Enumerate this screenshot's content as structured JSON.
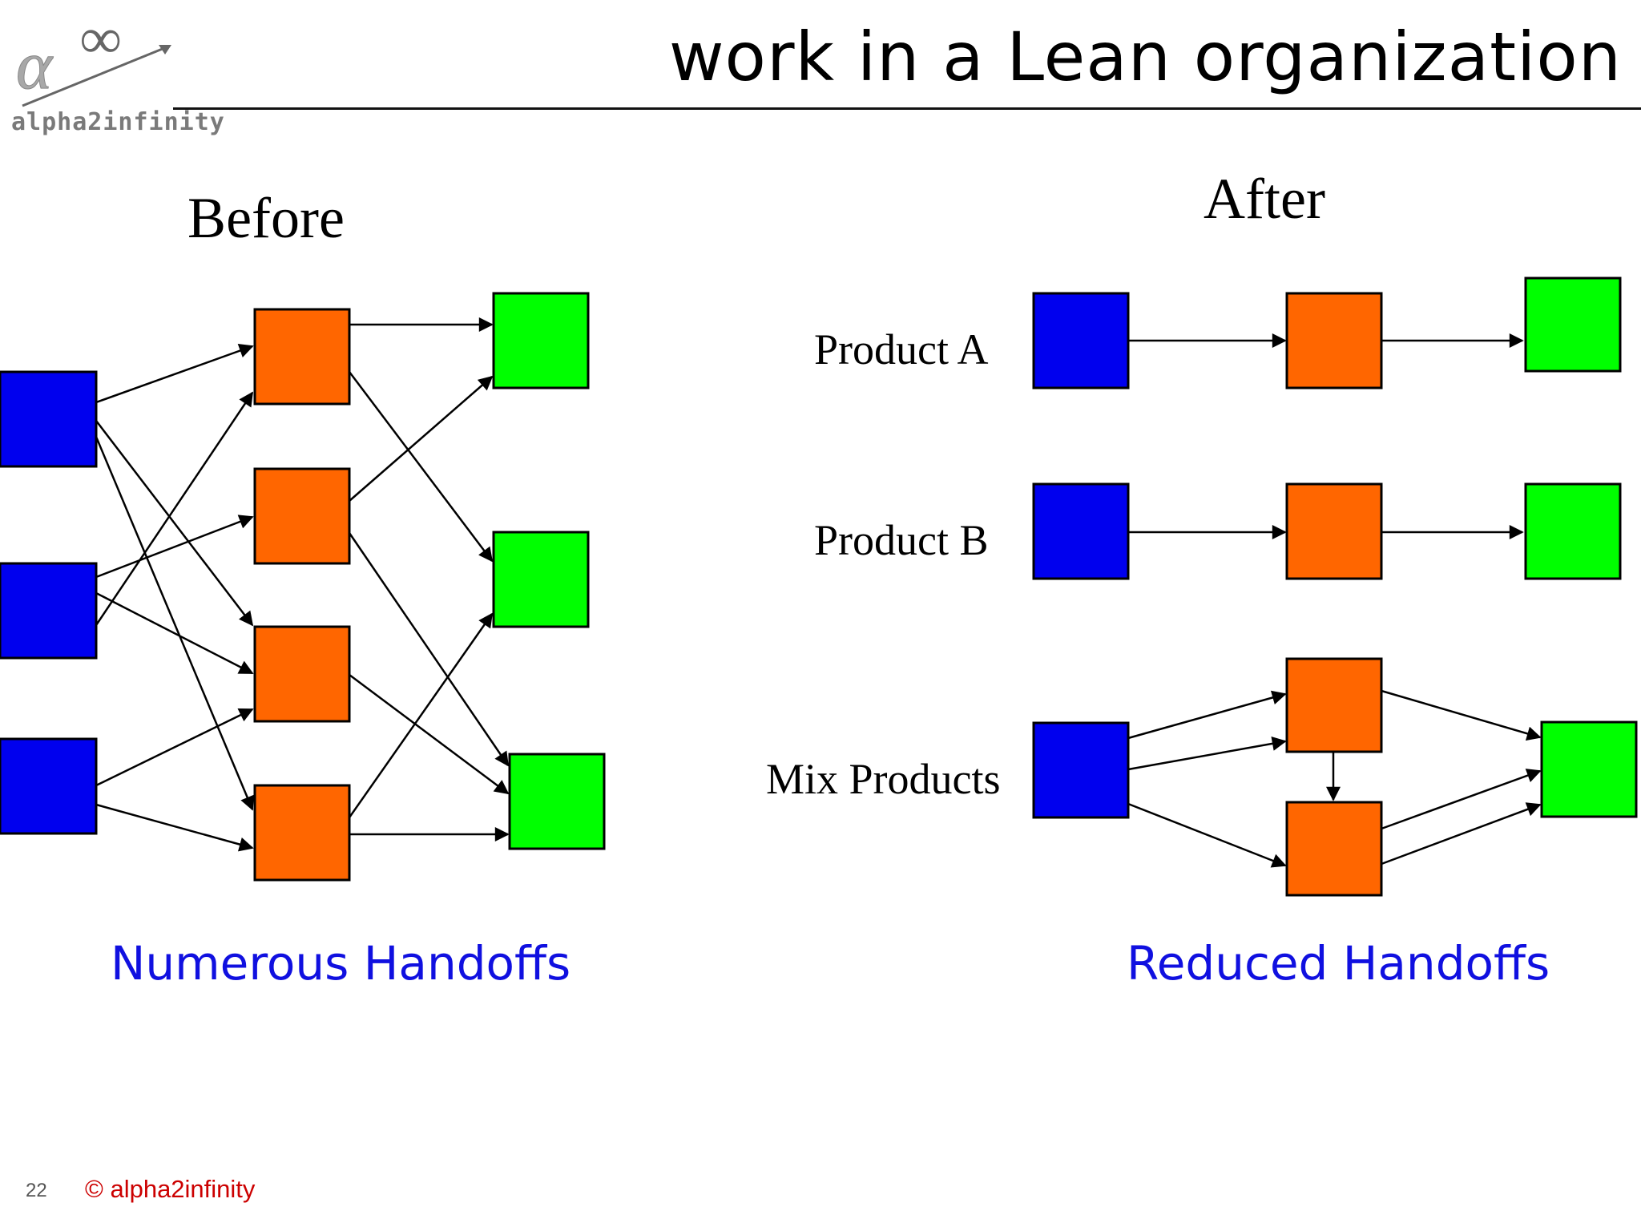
{
  "title": "work in a Lean organization",
  "logo": {
    "text": "alpha2infinity",
    "symbols": [
      "alpha-icon",
      "infinity-icon",
      "arrow-icon"
    ]
  },
  "colors": {
    "blue": "#0000ee",
    "orange": "#ff6600",
    "green": "#00ff00",
    "caption": "#1010e0",
    "footer": "#cc0000"
  },
  "before": {
    "heading": "Before",
    "caption": "Numerous Handoffs"
  },
  "after": {
    "heading": "After",
    "caption": "Reduced Handoffs",
    "rows": [
      {
        "label": "Product A"
      },
      {
        "label": "Product B"
      },
      {
        "label": "Mix Products"
      }
    ]
  },
  "footer": {
    "page": "22",
    "copyright": "© alpha2infinity"
  }
}
